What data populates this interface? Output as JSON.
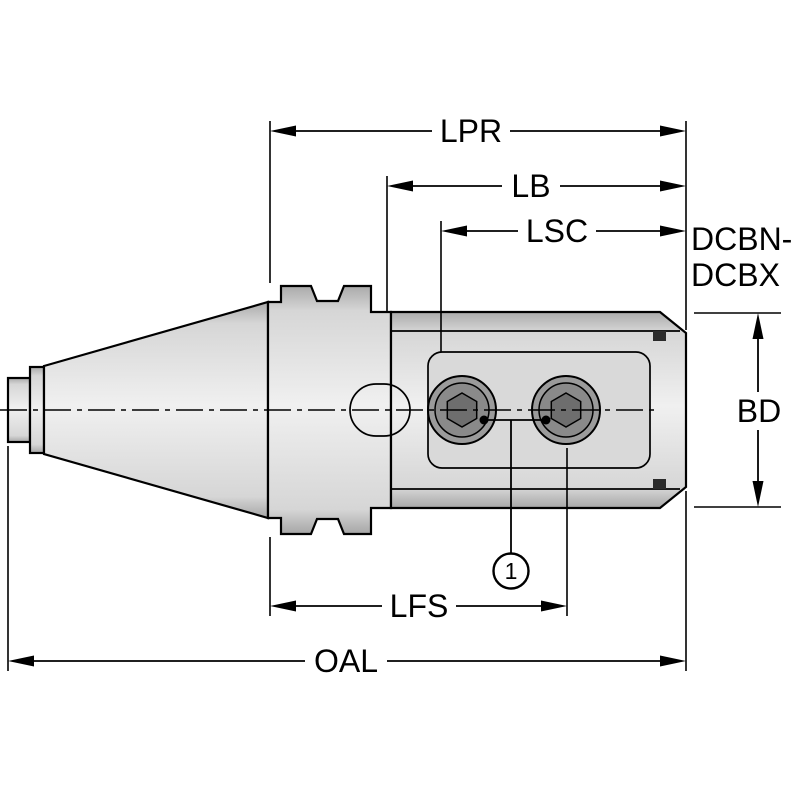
{
  "page": {
    "background": "#ffffff"
  },
  "drawing": {
    "dimension_labels": {
      "lpr": "LPR",
      "lb": "LB",
      "lsc": "LSC",
      "bd": "BD",
      "lfs": "LFS",
      "oal": "OAL",
      "diameter_range": {
        "line1": "DCBN-",
        "line2": "DCBX"
      }
    },
    "callout": {
      "number": "1"
    },
    "colors": {
      "outline": "#000000",
      "metal_edge_top": "#aaaaaa",
      "metal_light": "#d6d6d6",
      "metal_highlight": "#f0f0f0",
      "metal_edge_bottom": "#a6a6a6",
      "pocket": "#d9d9d9",
      "screw_outer": "#9b9b9b",
      "screw_mid": "#8a8a8a",
      "screw_hex": "#6e6e6e",
      "corner_mark": "#2a2a2a",
      "background": "#ffffff"
    }
  }
}
